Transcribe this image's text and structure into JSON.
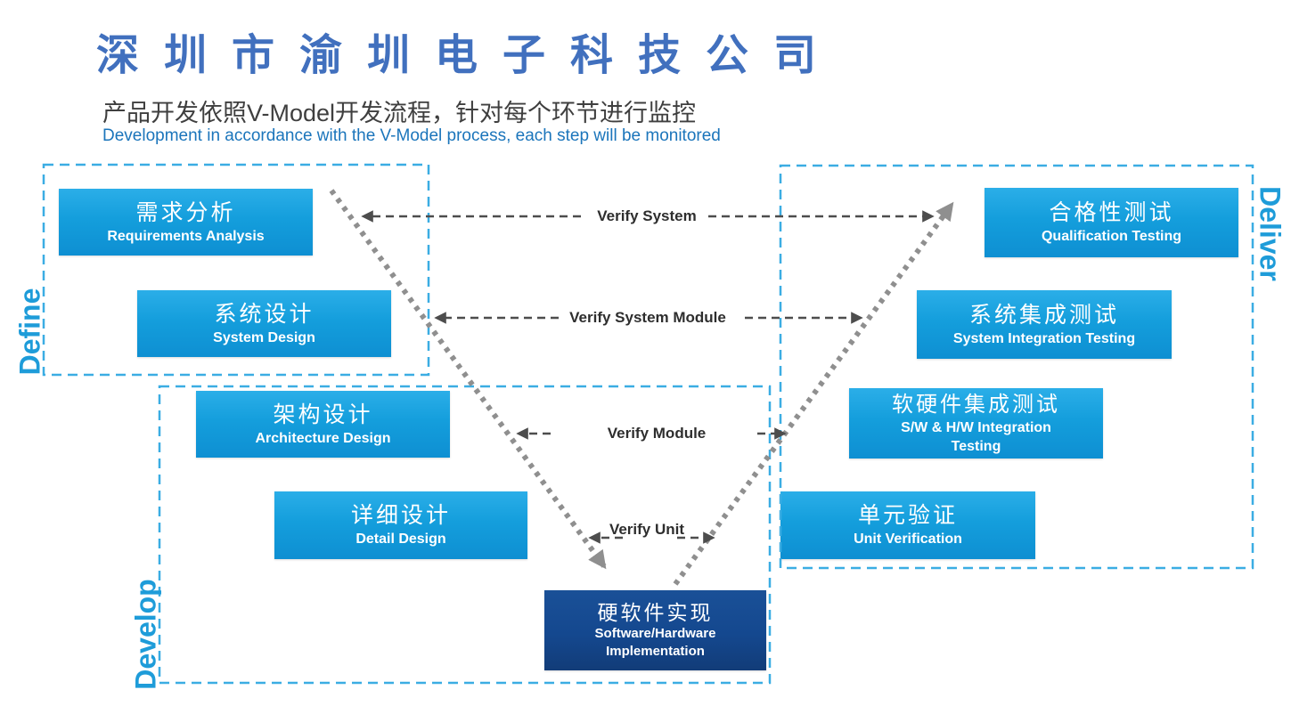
{
  "header": {
    "company_title": "深圳市渝圳电子科技公司",
    "subtitle_zh": "产品开发依照V-Model开发流程，针对每个环节进行监控",
    "subtitle_en": "Development in accordance with the V-Model process, each step will be monitored"
  },
  "groups": {
    "define": {
      "label": "Define"
    },
    "develop": {
      "label": "Develop"
    },
    "deliver": {
      "label": "Deliver"
    }
  },
  "boxes": {
    "requirements": {
      "zh": "需求分析",
      "en": "Requirements Analysis"
    },
    "system_design": {
      "zh": "系统设计",
      "en": "System Design"
    },
    "architecture": {
      "zh": "架构设计",
      "en": "Architecture Design"
    },
    "detail_design": {
      "zh": "详细设计",
      "en": "Detail Design"
    },
    "implementation": {
      "zh": "硬软件实现",
      "en_line1": "Software/Hardware",
      "en_line2": "Implementation"
    },
    "qualification": {
      "zh": "合格性测试",
      "en": "Qualification Testing"
    },
    "system_integration": {
      "zh": "系统集成测试",
      "en": "System Integration Testing"
    },
    "sw_hw_integration": {
      "zh": "软硬件集成测试",
      "en_line1": "S/W & H/W Integration",
      "en_line2": "Testing"
    },
    "unit_verification": {
      "zh": "单元验证",
      "en": "Unit Verification"
    }
  },
  "verify_labels": {
    "system": "Verify System",
    "system_module": "Verify System Module",
    "module": "Verify Module",
    "unit": "Verify Unit"
  },
  "colors": {
    "title_blue": "#4170BE",
    "subtitle_en_blue": "#1B75BB",
    "box_blue_top": "#2BAEE8",
    "box_blue_bottom": "#0E8FD2",
    "implementation_navy": "#14488F",
    "group_border_blue": "#3BADE3",
    "group_label_blue": "#1E9CD9",
    "dotted_line_gray": "#8F8F8F",
    "dashed_arrow_gray": "#4D4D4D",
    "box_text": "#FFFFFF"
  }
}
